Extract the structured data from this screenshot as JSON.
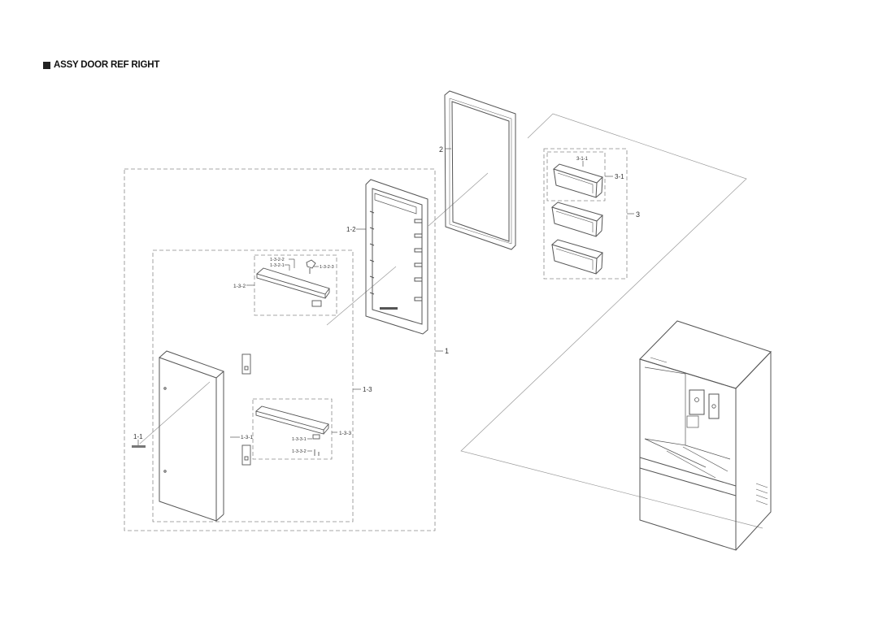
{
  "title": "ASSY DOOR REF RIGHT",
  "colors": {
    "line": "#666666",
    "dash": "#8a8a8a",
    "text": "#333333"
  },
  "callouts": {
    "c1": "1",
    "c1_1": "1-1",
    "c1_2": "1-2",
    "c1_3": "1-3",
    "c1_3_1": "1-3-1",
    "c1_3_2": "1-3-2",
    "c1_3_2_1": "1-3-2-1",
    "c1_3_2_2": "1-3-2-2",
    "c1_3_2_3": "1-3-2-3",
    "c1_3_3": "1-3-3",
    "c1_3_3_1": "1-3-3-1",
    "c1_3_3_2": "1-3-3-2",
    "c2": "2",
    "c3": "3",
    "c3_1": "3-1",
    "c3_1_1": "3-1-1"
  }
}
